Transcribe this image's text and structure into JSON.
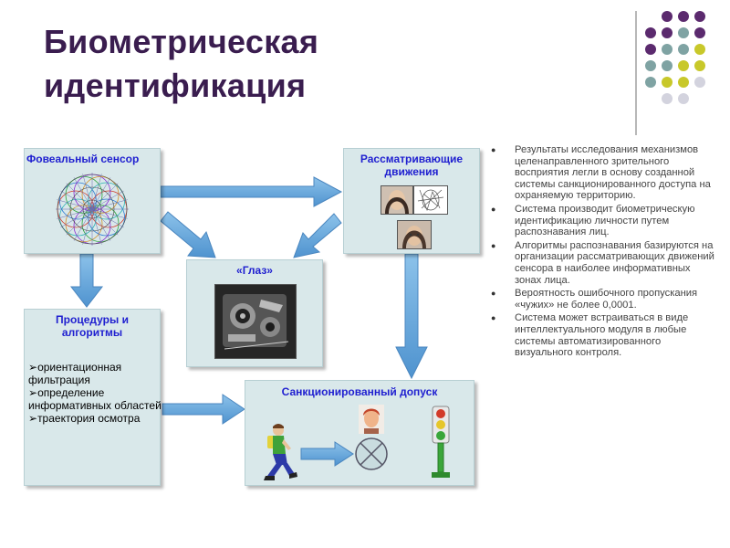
{
  "slide": {
    "title_lines": [
      "Биометрическая",
      "идентификация"
    ],
    "colors": {
      "title": "#3a1d4f",
      "box_fill": "#d9e8ea",
      "box_title": "#1f1fd0",
      "arrow_fill": "#6aa9dc",
      "dot_purple": "#5b2a6e",
      "dot_teal": "#7fa3a3",
      "dot_olive": "#c8c82a",
      "dot_light": "#d3d3de"
    }
  },
  "diagram": {
    "foveal_sensor": {
      "title": "Фовеальный сенсор",
      "icon": "foveal-sensor-pattern"
    },
    "eye_movements": {
      "title_lines": [
        "Рассматривающие",
        "движения"
      ],
      "images": [
        "face-photo",
        "face-sketch",
        "face-photo-2"
      ]
    },
    "eye": {
      "title": "«Глаз»",
      "image": "eye-device-photo"
    },
    "procedures": {
      "title_lines": [
        "Процедуры и",
        "алгоритмы"
      ],
      "items": [
        "ориентационная фильтрация",
        "определение информативных областей",
        "траектория осмотра"
      ]
    },
    "access": {
      "title": "Санкционированный допуск",
      "icons": [
        "walking-person-icon",
        "arrow-icon",
        "gate-circle-icon",
        "face-photo-icon",
        "traffic-light-icon"
      ]
    }
  },
  "bullets": [
    "Результаты исследования механизмов целенаправленного зрительного восприятия легли в основу созданной системы санкционированного доступа на охраняемую территорию.",
    "Система производит биометрическую идентификацию личности путем распознавания лиц.",
    "Алгоритмы распознавания базируются на организации рассматривающих движений сенсора в наиболее информативных зонах лица.",
    "Вероятность ошибочного пропускания «чужих» не более 0,0001.",
    "Система может встраиваться в виде интеллектуального модуля в любые системы автоматизированного визуального контроля."
  ]
}
